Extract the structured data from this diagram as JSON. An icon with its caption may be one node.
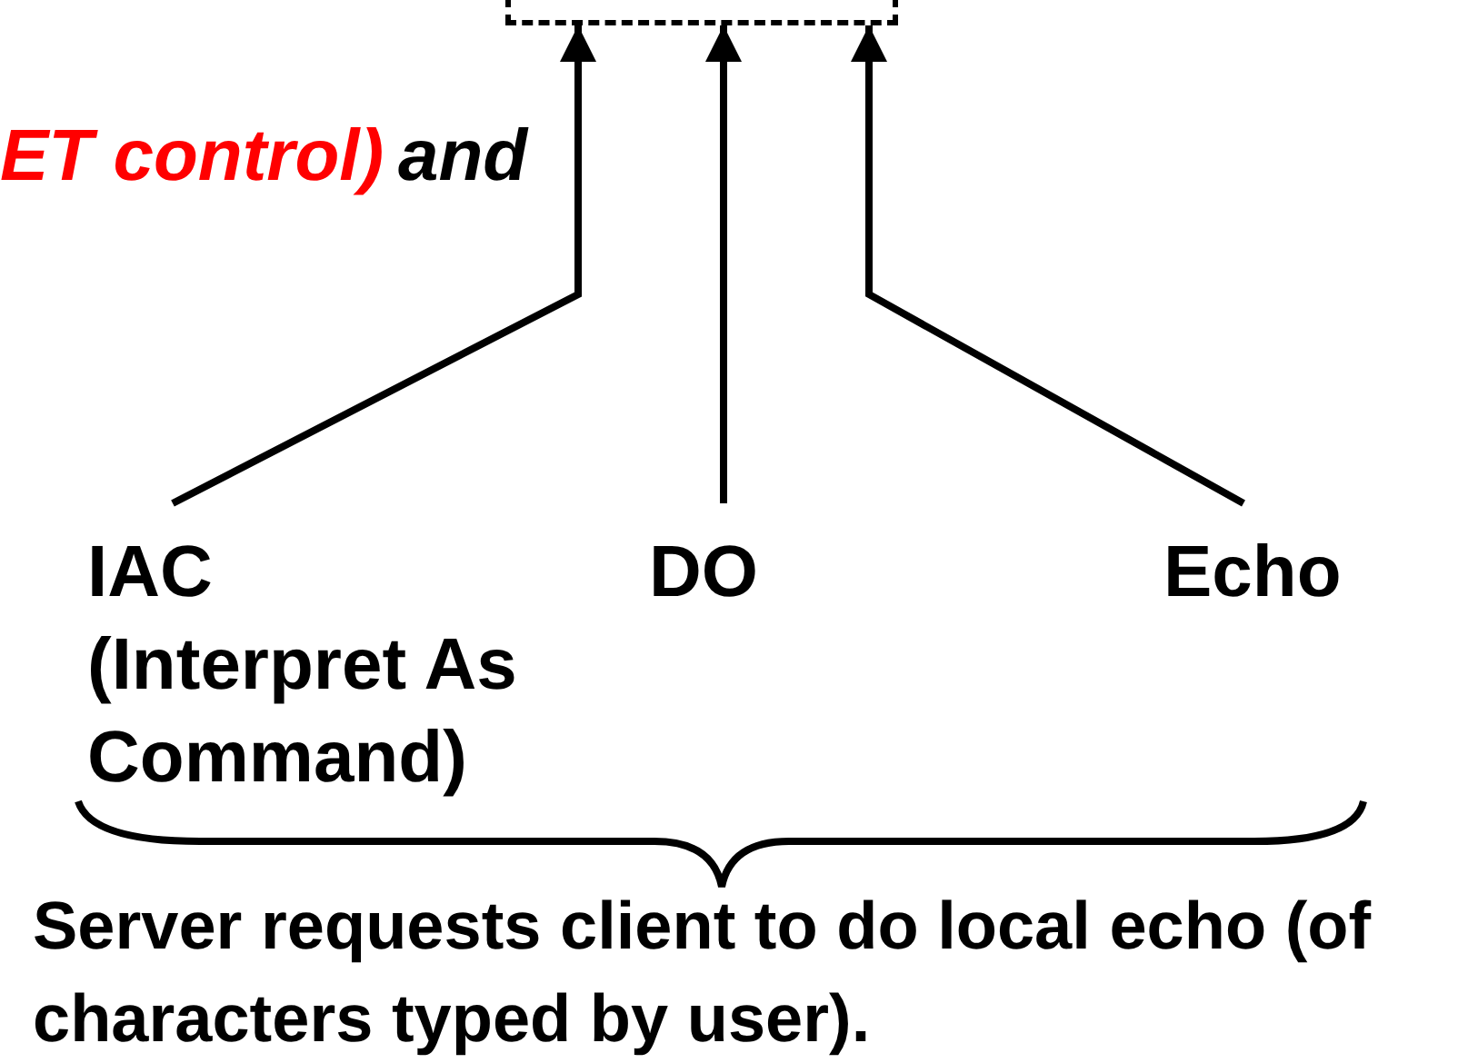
{
  "diagram": {
    "nodes": [
      {
        "text": [],
        "shape": "box"
      },
      {
        "text": [
          "IAC",
          "(Interpret As Command)"
        ]
      },
      {
        "text": [
          "DO"
        ]
      },
      {
        "text": [
          "Echo"
        ]
      }
    ],
    "edges": [
      {
        "from": 1,
        "to": 0,
        "arrow": "to"
      },
      {
        "from": 2,
        "to": 0,
        "arrow": "to"
      },
      {
        "from": 3,
        "to": 0,
        "arrow": "to"
      }
    ],
    "labels": [
      "ET control)",
      "and",
      "Server requests client to do local echo (of characters typed by user)."
    ]
  }
}
